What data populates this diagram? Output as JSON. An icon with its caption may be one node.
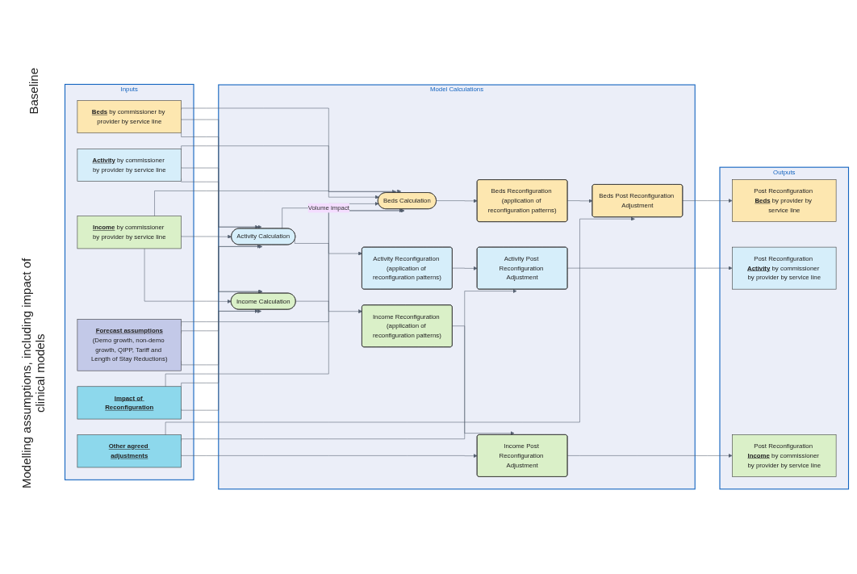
{
  "diagram": {
    "nodes": [
      {
        "text": [
          "Inputs"
        ]
      },
      {
        "text": [
          "**Beds** by commissioner by provider by service line"
        ],
        "in": 0
      },
      {
        "text": [
          "**Activity** by commissioner by provider by service line"
        ],
        "in": 0
      },
      {
        "text": [
          "**Income** by commissioner by provider by service line"
        ],
        "in": 0
      },
      {
        "text": [
          "**Forecast assumptions**",
          "(Demo growth, non-demo growth, QIPP, Tariff and Length of Stay Reductions)"
        ],
        "in": 0
      },
      {
        "text": [
          "**Impact of Reconfiguration**"
        ],
        "in": 0
      },
      {
        "text": [
          "**Other agreed adjustments**"
        ],
        "in": 0
      },
      {
        "text": [
          "Model Calculations"
        ]
      },
      {
        "text": [
          "Beds Calculation"
        ],
        "in": 7
      },
      {
        "text": [
          "Beds Reconfiguration (application of reconfiguration patterns)"
        ],
        "in": 7
      },
      {
        "text": [
          "Beds Post Reconfiguration Adjustment"
        ],
        "in": 7
      },
      {
        "text": [
          "Activity Calculation"
        ],
        "in": 7
      },
      {
        "text": [
          "Activity Reconfiguration (application of reconfiguration patterns)"
        ],
        "in": 7
      },
      {
        "text": [
          "Activity Post Reconfiguration Adjustment"
        ],
        "in": 7
      },
      {
        "text": [
          "Income Calculation"
        ],
        "in": 7
      },
      {
        "text": [
          "Income Reconfiguration (application of reconfiguration patterns)"
        ],
        "in": 7
      },
      {
        "text": [
          "Income Post Reconfiguration Adjustment"
        ],
        "in": 7
      },
      {
        "text": [
          "Outputs"
        ]
      },
      {
        "text": [
          "Post Reconfiguration **Beds** by provider by service line"
        ],
        "in": 17
      },
      {
        "text": [
          "Post Reconfiguration **Activity** by commissioner by provider by service line"
        ],
        "in": 17
      },
      {
        "text": [
          "Post Reconfiguration **Income** by commissioner by provider by service line"
        ],
        "in": 17
      }
    ],
    "edges": [
      {
        "from": 1,
        "to": 8,
        "arrow": "to"
      },
      {
        "from": 1,
        "to": 11,
        "arrow": "to"
      },
      {
        "from": 1,
        "to": 14,
        "arrow": "to"
      },
      {
        "from": 2,
        "to": 8,
        "arrow": "to"
      },
      {
        "from": 2,
        "to": 11,
        "arrow": "to"
      },
      {
        "from": 2,
        "to": 14,
        "arrow": "to"
      },
      {
        "from": 3,
        "to": 8,
        "arrow": "to"
      },
      {
        "from": 3,
        "to": 11,
        "arrow": "to"
      },
      {
        "from": 3,
        "to": 14,
        "arrow": "to"
      },
      {
        "from": 4,
        "to": 8,
        "arrow": "to"
      },
      {
        "from": 4,
        "to": 11,
        "arrow": "to"
      },
      {
        "from": 4,
        "to": 14,
        "arrow": "to"
      },
      {
        "from": 5,
        "to": 8,
        "arrow": "to"
      },
      {
        "from": 5,
        "to": 11,
        "arrow": "to"
      },
      {
        "from": 5,
        "to": 14,
        "arrow": "to"
      },
      {
        "from": 11,
        "to": 8,
        "arrow": "to",
        "label": "Volume impact"
      },
      {
        "from": 8,
        "to": 9,
        "arrow": "to"
      },
      {
        "from": 11,
        "to": 12,
        "arrow": "to"
      },
      {
        "from": 14,
        "to": 15,
        "arrow": "to"
      },
      {
        "from": 9,
        "to": 10,
        "arrow": "to"
      },
      {
        "from": 12,
        "to": 13,
        "arrow": "to"
      },
      {
        "from": 15,
        "to": 16,
        "arrow": "to"
      },
      {
        "from": 6,
        "to": 10,
        "arrow": "to"
      },
      {
        "from": 6,
        "to": 13,
        "arrow": "to"
      },
      {
        "from": 6,
        "to": 16,
        "arrow": "to"
      },
      {
        "from": 10,
        "to": 18,
        "arrow": "to"
      },
      {
        "from": 13,
        "to": 19,
        "arrow": "to"
      },
      {
        "from": 16,
        "to": 20,
        "arrow": "to"
      }
    ],
    "labels": [
      "Baseline",
      "Modelling assumptions, including impact of clinical models"
    ]
  }
}
